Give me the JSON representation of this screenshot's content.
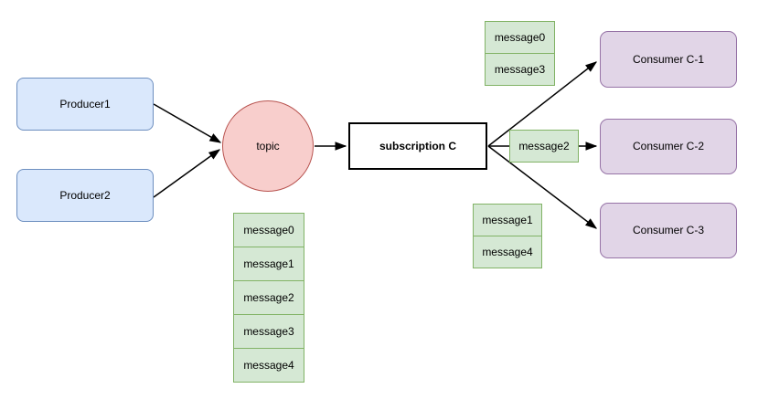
{
  "diagram": {
    "producers": [
      {
        "label": "Producer1"
      },
      {
        "label": "Producer2"
      }
    ],
    "topic": {
      "label": "topic"
    },
    "subscription": {
      "label": "subscription C"
    },
    "topic_queue": [
      "message0",
      "message1",
      "message2",
      "message3",
      "message4"
    ],
    "consumer_queues": {
      "c1": [
        "message0",
        "message3"
      ],
      "c2": [
        "message2"
      ],
      "c3": [
        "message1",
        "message4"
      ]
    },
    "consumers": [
      {
        "label": "Consumer C-1"
      },
      {
        "label": "Consumer C-2"
      },
      {
        "label": "Consumer C-3"
      }
    ],
    "colors": {
      "producer_fill": "#dae8fc",
      "producer_border": "#6c8ebf",
      "topic_fill": "#f8cecc",
      "topic_border": "#b85450",
      "message_fill": "#d5e8d4",
      "message_border": "#82b366",
      "subscription_fill": "#ffffff",
      "subscription_border": "#000000",
      "consumer_fill": "#e1d5e7",
      "consumer_border": "#9673a6",
      "arrow": "#000000"
    }
  }
}
